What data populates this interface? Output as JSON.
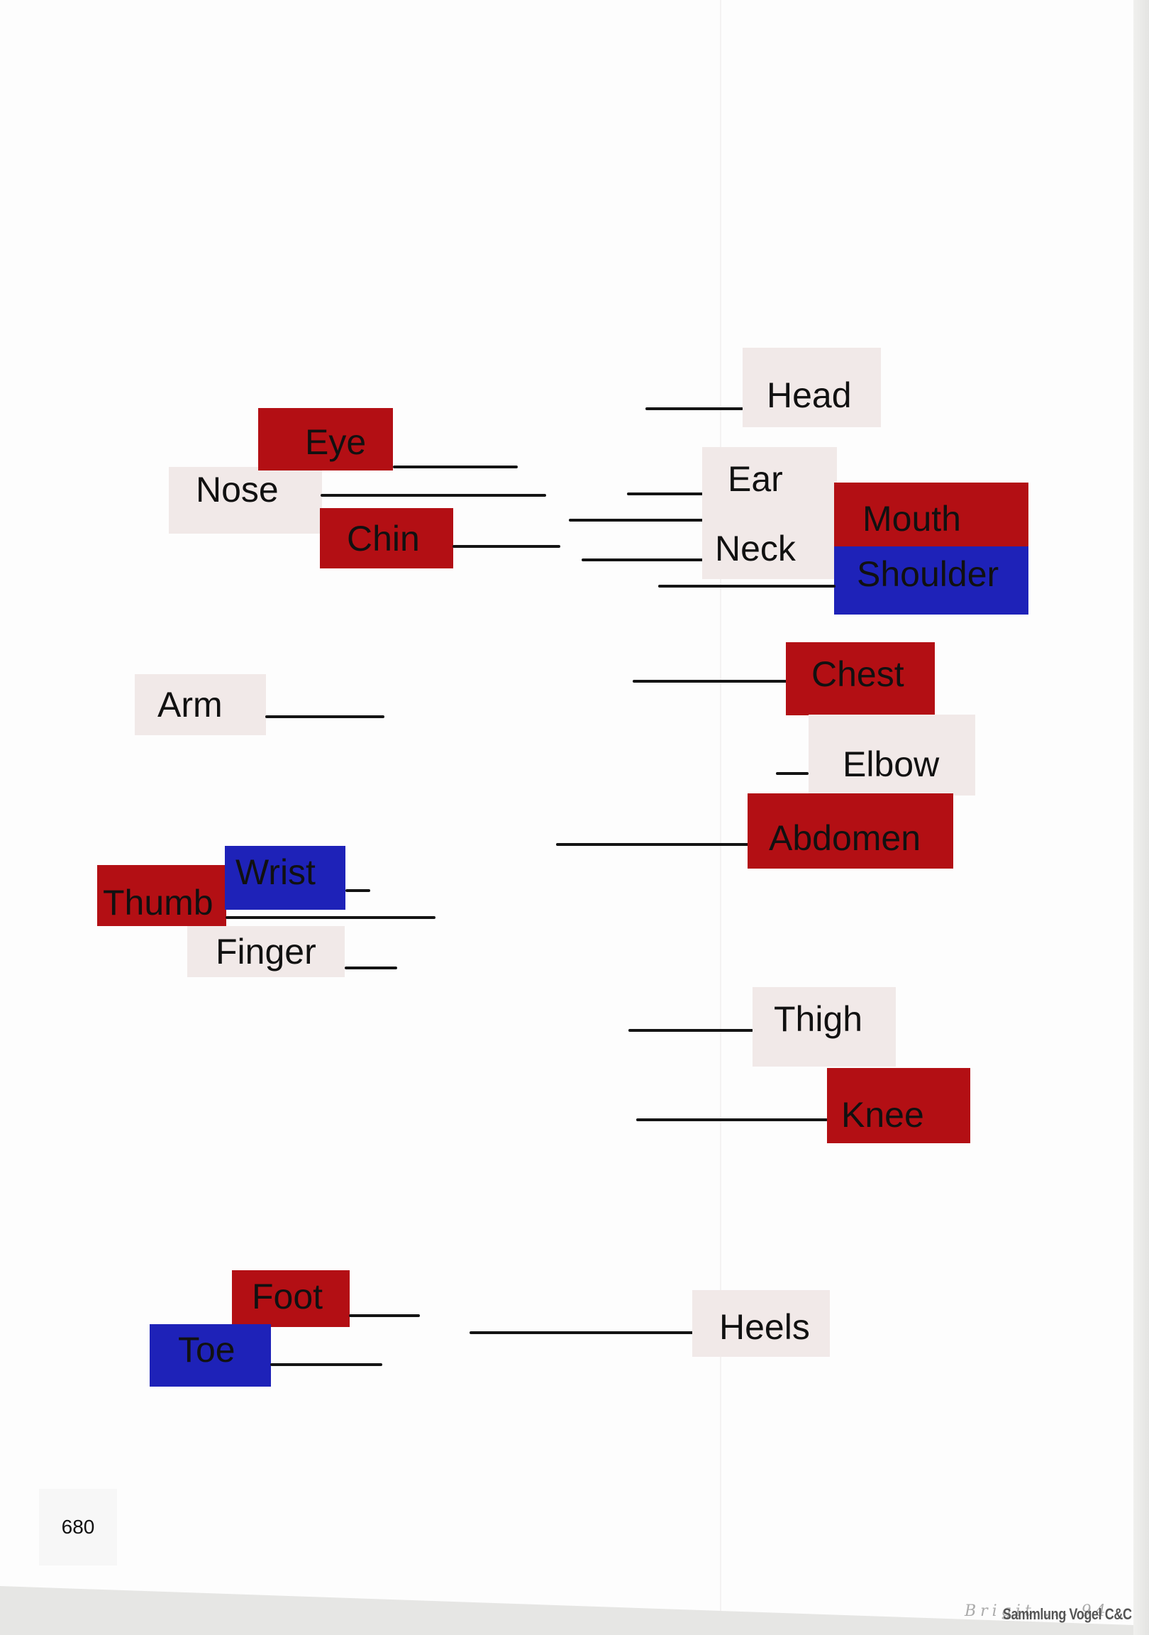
{
  "labels": {
    "head": "Head",
    "eye": "Eye",
    "nose": "Nose",
    "chin": "Chin",
    "ear": "Ear",
    "neck": "Neck",
    "mouth": "Mouth",
    "shoulder": "Shoulder",
    "arm": "Arm",
    "chest": "Chest",
    "elbow": "Elbow",
    "abdomen": "Abdomen",
    "wrist": "Wrist",
    "thumb": "Thumb",
    "finger": "Finger",
    "thigh": "Thigh",
    "knee": "Knee",
    "foot": "Foot",
    "toe": "Toe",
    "heels": "Heels"
  },
  "colors": {
    "red": "#b30f14",
    "blue": "#1e22b8",
    "light": "#f1e9e8",
    "line": "#141414"
  },
  "page_number": "680",
  "signature": "Brigit ... 94",
  "collection_stamp": "Sammlung Vogel C&C"
}
